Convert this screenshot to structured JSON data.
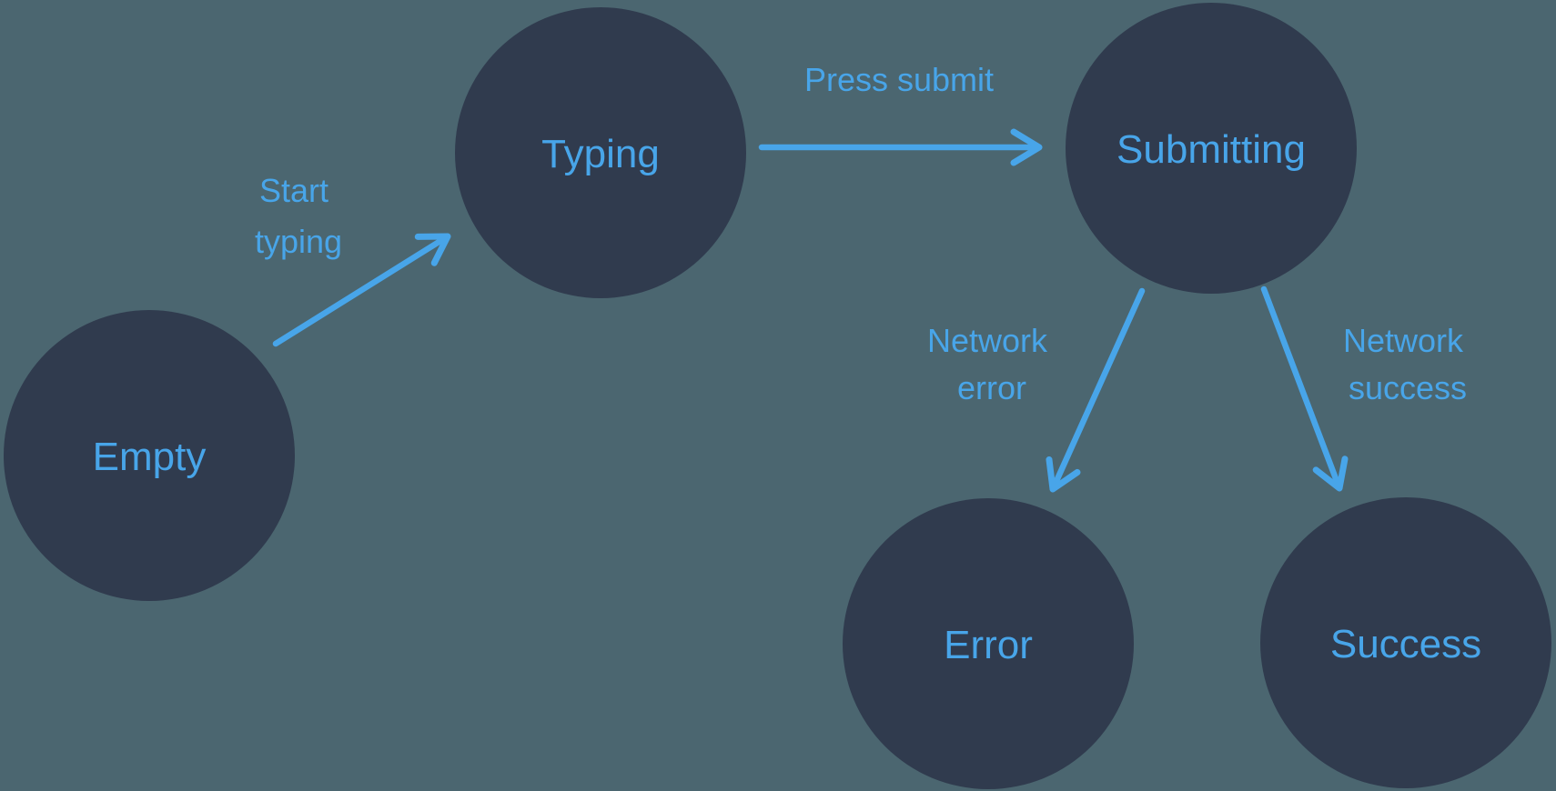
{
  "title": "Form submission state machine diagram",
  "colors": {
    "bg": "#4B6670",
    "node": "#303B4E",
    "accent": "#48A5E9"
  },
  "diagram": {
    "type": "state-machine",
    "nodes": [
      {
        "id": "empty",
        "label": "Empty"
      },
      {
        "id": "typing",
        "label": "Typing"
      },
      {
        "id": "submitting",
        "label": "Submitting"
      },
      {
        "id": "error",
        "label": "Error"
      },
      {
        "id": "success",
        "label": "Success"
      }
    ],
    "edges": [
      {
        "from": "empty",
        "to": "typing",
        "label": "Start typing",
        "label_lines": [
          "Start",
          "typing"
        ]
      },
      {
        "from": "typing",
        "to": "submitting",
        "label": "Press submit",
        "label_lines": [
          "Press submit"
        ]
      },
      {
        "from": "submitting",
        "to": "error",
        "label": "Network error",
        "label_lines": [
          "Network",
          "error"
        ]
      },
      {
        "from": "submitting",
        "to": "success",
        "label": "Network success",
        "label_lines": [
          "Network",
          "success"
        ]
      }
    ]
  }
}
